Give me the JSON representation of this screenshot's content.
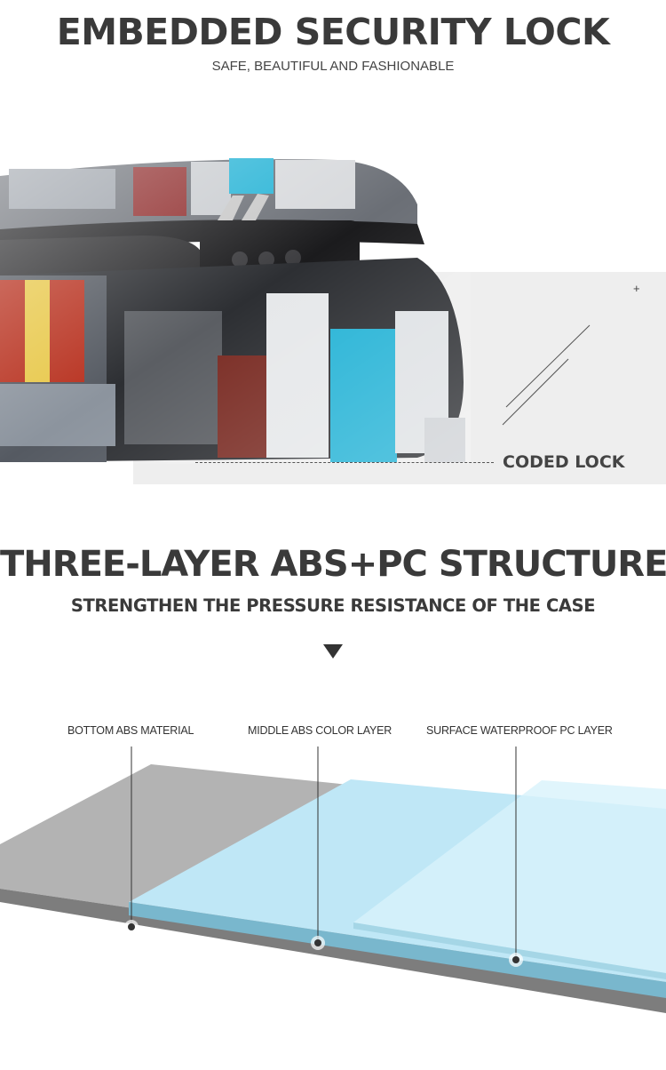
{
  "section_lock": {
    "title": "EMBEDDED SECURITY LOCK",
    "subtitle": "SAFE, BEAUTIFUL AND FASHIONABLE",
    "callout_label": "CODED LOCK",
    "plus_mark": "+"
  },
  "section_structure": {
    "title": "THREE-LAYER ABS+PC STRUCTURE",
    "subtitle": "STRENGTHEN THE PRESSURE RESISTANCE OF THE CASE",
    "layers": [
      {
        "label": "BOTTOM ABS MATERIAL",
        "color": "#8a8a8a"
      },
      {
        "label": "MIDDLE ABS COLOR LAYER",
        "color": "#bfe7f6"
      },
      {
        "label": "SURFACE WATERPROOF  PC  LAYER",
        "color": "#d8f2fb"
      }
    ]
  },
  "colors": {
    "heading": "#3a3a3a",
    "panel_bg": "#eeeeee",
    "accent_cyan": "#25b3d6"
  }
}
